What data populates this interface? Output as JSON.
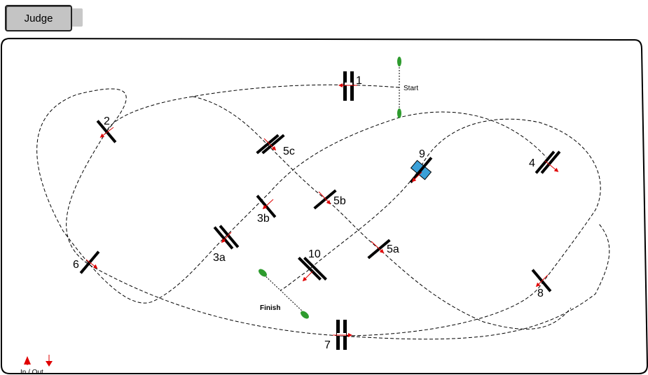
{
  "toolbar": {
    "judge_label": "Judge"
  },
  "course": {
    "start_label": "Start",
    "finish_label": "Finish",
    "legend_label": "In / Out",
    "gates": [
      "1",
      "2",
      "3a",
      "3b",
      "4",
      "5a",
      "5b",
      "5c",
      "6",
      "7",
      "8",
      "9",
      "10"
    ]
  },
  "colors": {
    "line": "#000000",
    "arrow": "#e00000",
    "start_marker": "#2e9b2e",
    "highlight_gate": "#3aa0d8"
  }
}
